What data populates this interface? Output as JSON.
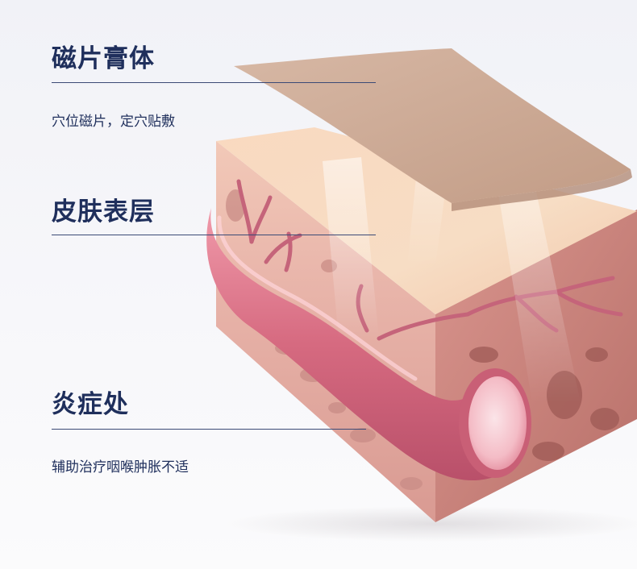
{
  "sections": {
    "patch": {
      "title": "磁片膏体",
      "desc": "穴位磁片，定穴贴敷"
    },
    "skin": {
      "title": "皮肤表层"
    },
    "inflammation": {
      "title": "炎症处",
      "desc": "辅助治疗咽喉肿胀不适"
    }
  },
  "colors": {
    "heading": "#1f2f5c",
    "rule": "#3b4a76",
    "skin_top": "#f6cfb0",
    "skin_front": "#e6b4ab",
    "vessel": "#d9738a",
    "patch": "#c9a58f"
  }
}
